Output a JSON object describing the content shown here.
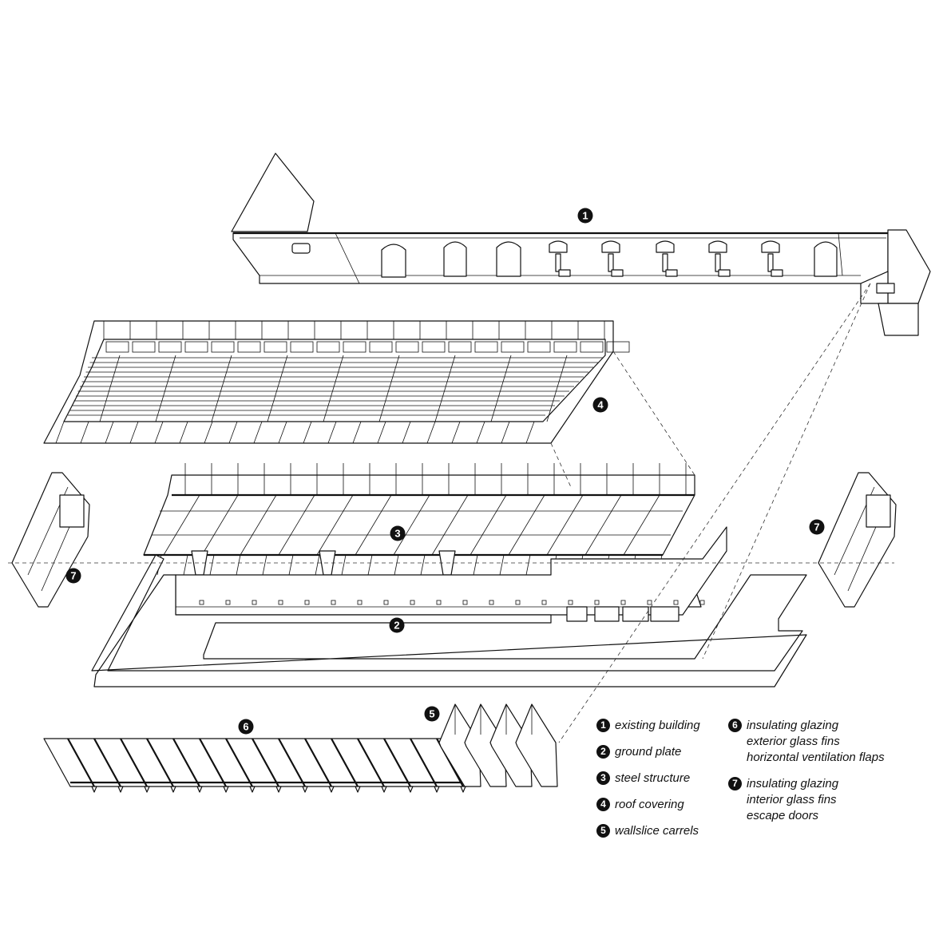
{
  "markers": [
    {
      "id": "m1",
      "label": "1"
    },
    {
      "id": "m2",
      "label": "2"
    },
    {
      "id": "m3",
      "label": "3"
    },
    {
      "id": "m4",
      "label": "4"
    },
    {
      "id": "m5",
      "label": "5"
    },
    {
      "id": "m6",
      "label": "6"
    },
    {
      "id": "m7a",
      "label": "7"
    },
    {
      "id": "m7b",
      "label": "7"
    }
  ],
  "legend": [
    {
      "num": "1",
      "lines": [
        "existing building"
      ]
    },
    {
      "num": "2",
      "lines": [
        "ground plate"
      ]
    },
    {
      "num": "3",
      "lines": [
        "steel structure"
      ]
    },
    {
      "num": "4",
      "lines": [
        "roof covering"
      ]
    },
    {
      "num": "5",
      "lines": [
        "wallslice carrels"
      ]
    },
    {
      "num": "6",
      "lines": [
        "insulating glazing",
        "exterior glass fins",
        "horizontal ventilation flaps"
      ]
    },
    {
      "num": "7",
      "lines": [
        "insulating glazing",
        "interior glass fins",
        "escape doors"
      ]
    }
  ]
}
